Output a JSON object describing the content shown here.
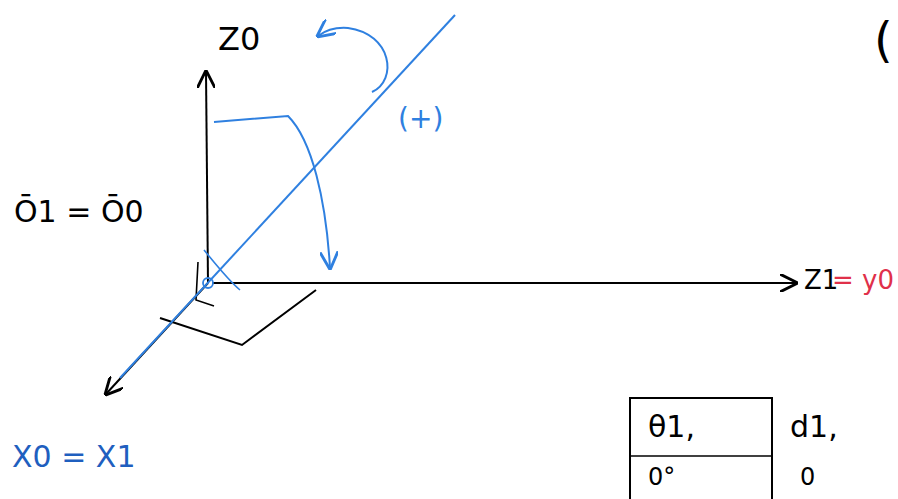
{
  "diagram": {
    "labels": [
      "Z0",
      "(+)",
      "(",
      "Ō1 = Ō0",
      "Z1",
      "= y0",
      "X0 = X1",
      "θ1,",
      "d1,",
      "0°",
      "0"
    ]
  }
}
